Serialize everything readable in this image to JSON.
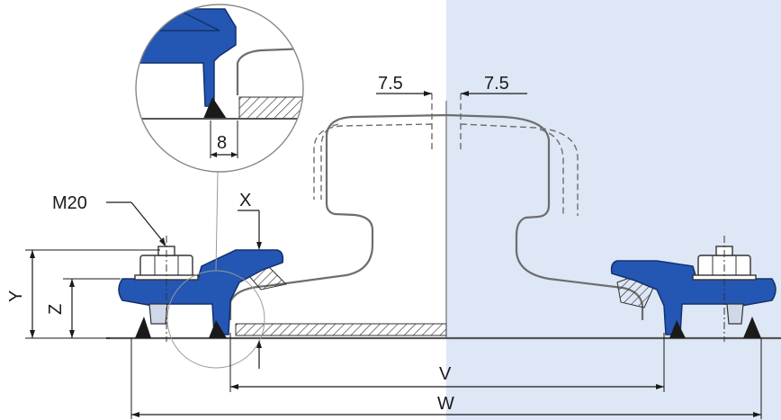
{
  "diagram": {
    "background_shade": "#dde7f5",
    "clip_color": "#2456b4",
    "labels": {
      "bolt": "M20",
      "x": "X",
      "y": "Y",
      "z": "Z",
      "v": "V",
      "w": "W",
      "gap_left": "7.5",
      "gap_right": "7.5",
      "detail_gap": "8"
    }
  }
}
